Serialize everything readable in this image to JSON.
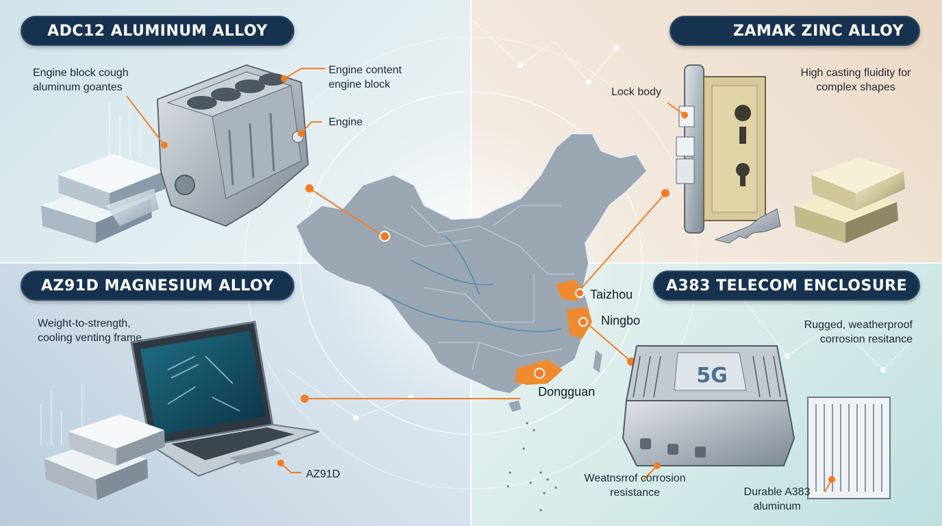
{
  "quadrants": {
    "top_left": {
      "title": "ADC12 ALUMINUM ALLOY",
      "label_block": "Engine block cough aluminum goantes",
      "label_content": "Engine content engine block",
      "label_engine": "Engine"
    },
    "top_right": {
      "title": "ZAMAK ZINC ALLOY",
      "label_lock": "Lock body",
      "label_fluidity": "High casting fluidity for complex shapes"
    },
    "bottom_left": {
      "title": "AZ91D MAGNESIUM ALLOY",
      "label_weight": "Weight-to-strength, cooling venting frame",
      "label_az91d": "AZ91D"
    },
    "bottom_right": {
      "title": "A383 TELECOM ENCLOSURE",
      "label_rugged": "Rugged, weatherproof corrosion resitance",
      "label_weatherproof": "Weatnsrrof corrosion resistance",
      "label_durable": "Durable A383 aluminum",
      "enclosure_badge": "5G"
    }
  },
  "map": {
    "cities": {
      "taizhou": "Taizhou",
      "ningbo": "Ningbo",
      "dongguan": "Dongguan"
    }
  },
  "colors": {
    "pill_bg": "#17324f",
    "accent_orange": "#f07d23",
    "map_fill": "#9aa6b2",
    "region_highlight": "#f08a2e"
  }
}
